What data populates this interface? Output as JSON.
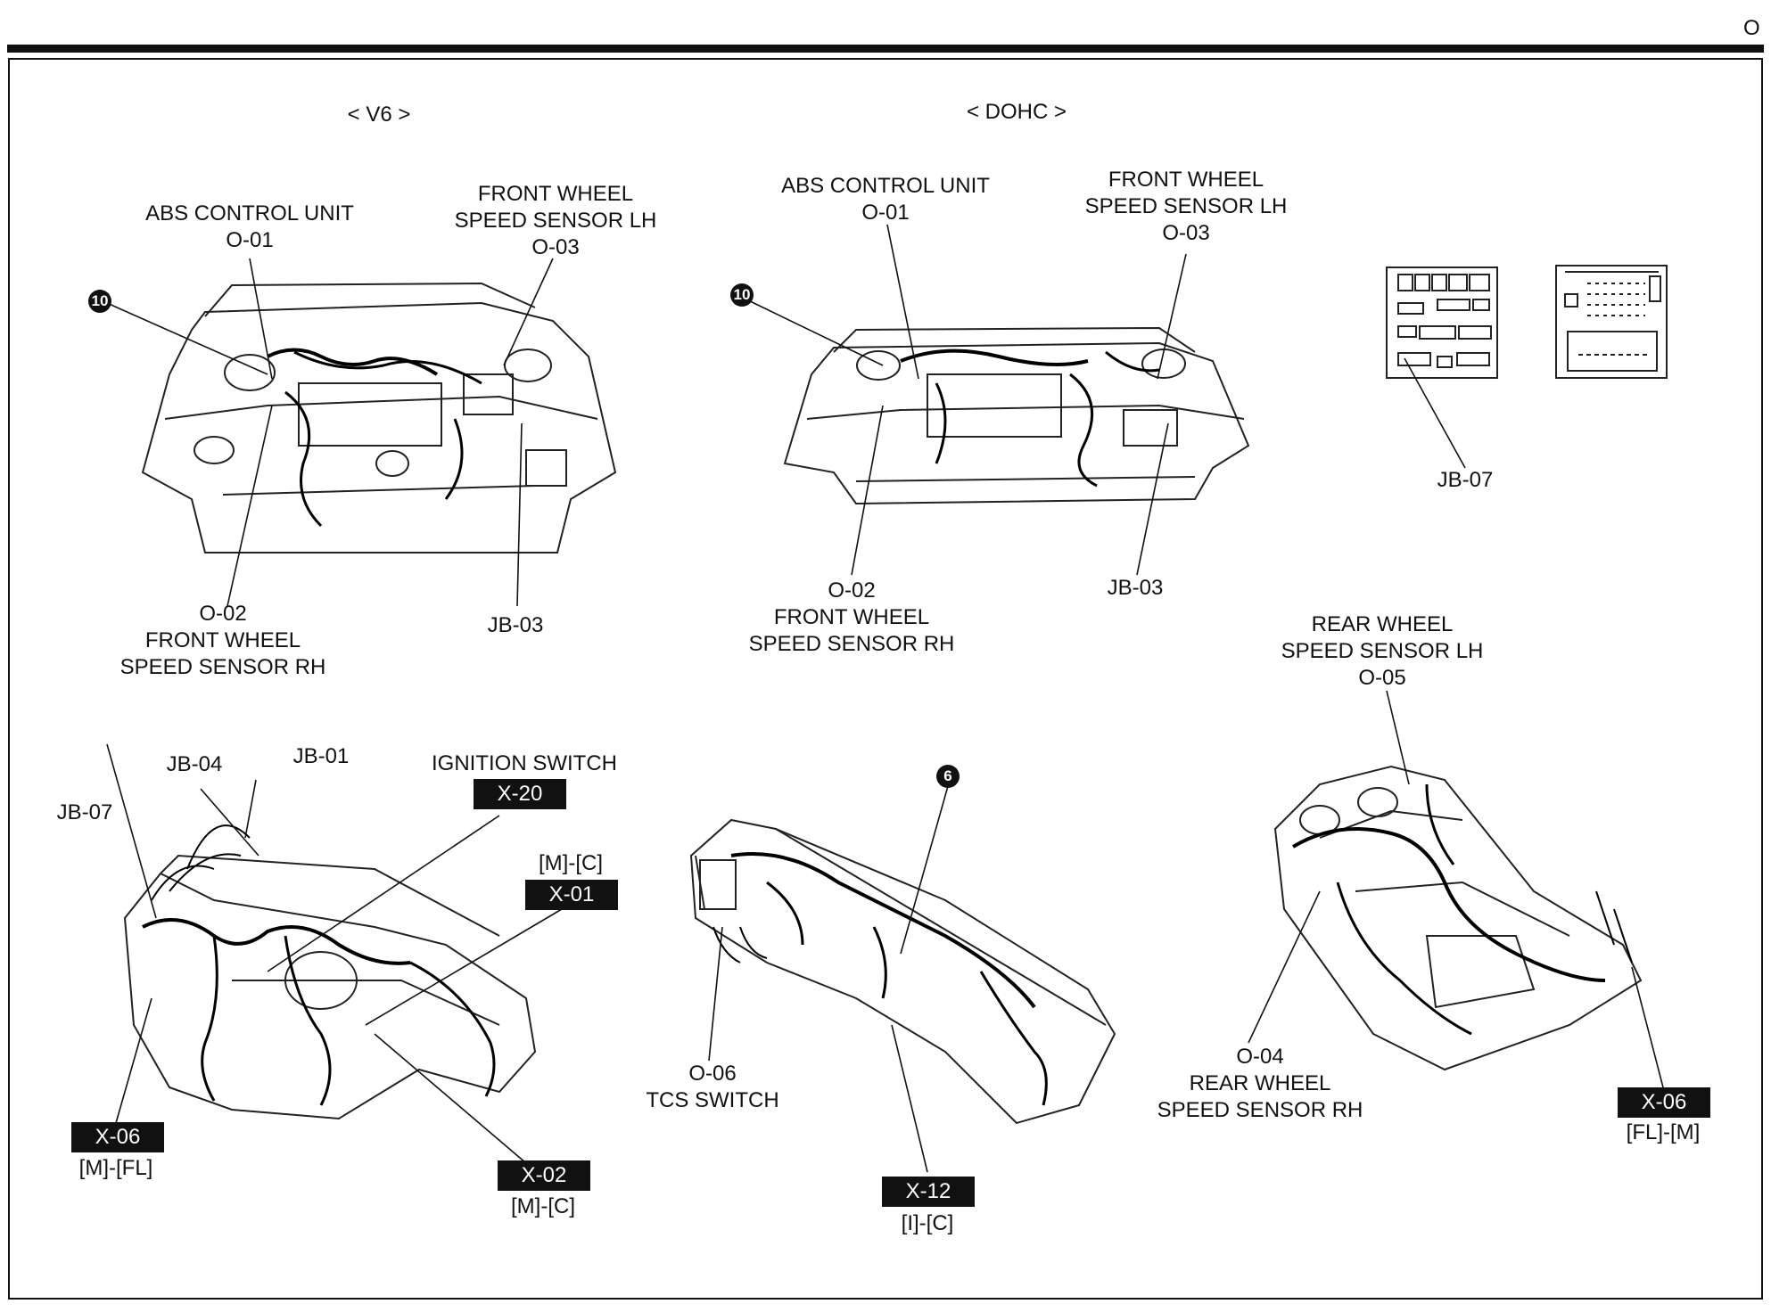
{
  "page_letter": "O",
  "view_titles": {
    "v6": "< V6 >",
    "dohc": "< DOHC >"
  },
  "v6": {
    "abs_control_unit": [
      "ABS CONTROL UNIT",
      "O-01"
    ],
    "fw_sensor_lh": [
      "FRONT WHEEL",
      "SPEED SENSOR LH",
      "O-03"
    ],
    "fw_sensor_rh": [
      "O-02",
      "FRONT WHEEL",
      "SPEED SENSOR RH"
    ],
    "jb03": "JB-03",
    "marker": "10"
  },
  "dohc": {
    "abs_control_unit": [
      "ABS CONTROL UNIT",
      "O-01"
    ],
    "fw_sensor_lh": [
      "FRONT WHEEL",
      "SPEED SENSOR LH",
      "O-03"
    ],
    "fw_sensor_rh": [
      "O-02",
      "FRONT WHEEL",
      "SPEED SENSOR RH"
    ],
    "jb03": "JB-03",
    "marker": "10"
  },
  "junction_box": {
    "label": "JB-07"
  },
  "dash_left": {
    "jb04": "JB-04",
    "jb01": "JB-01",
    "jb07": "JB-07",
    "ignition_switch": "IGNITION SWITCH",
    "x20": "X-20",
    "x01": {
      "sub": "[M]-[C]",
      "box": "X-01"
    },
    "x06": {
      "box": "X-06",
      "sub": "[M]-[FL]"
    },
    "x02": {
      "box": "X-02",
      "sub": "[M]-[C]"
    }
  },
  "dash_center": {
    "marker": "6",
    "tcs_switch": [
      "O-06",
      "TCS SWITCH"
    ],
    "x12": {
      "box": "X-12",
      "sub": "[I]-[C]"
    }
  },
  "floor": {
    "rw_sensor_lh": [
      "REAR WHEEL",
      "SPEED SENSOR LH",
      "O-05"
    ],
    "rw_sensor_rh": [
      "O-04",
      "REAR WHEEL",
      "SPEED SENSOR RH"
    ],
    "x06": {
      "box": "X-06",
      "sub": "[FL]-[M]"
    }
  }
}
